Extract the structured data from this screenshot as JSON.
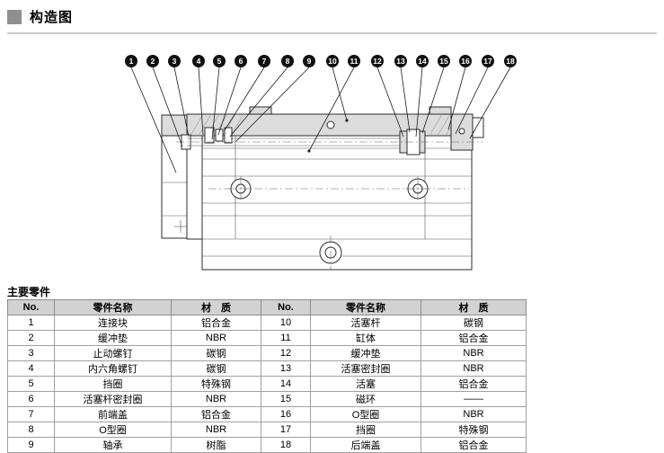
{
  "page": {
    "title": "构造图",
    "parts_heading": "主要零件"
  },
  "diagram": {
    "balloons": [
      "1",
      "2",
      "3",
      "4",
      "5",
      "6",
      "7",
      "8",
      "9",
      "10",
      "11",
      "12",
      "13",
      "14",
      "15",
      "16",
      "17",
      "18"
    ]
  },
  "table": {
    "headers": [
      "No.",
      "零件名称",
      "材　质",
      "No.",
      "零件名称",
      "材　质"
    ],
    "rows": [
      {
        "no_l": "1",
        "name_l": "连接块",
        "mat_l": "铝合金",
        "no_r": "10",
        "name_r": "活塞杆",
        "mat_r": "碳钢"
      },
      {
        "no_l": "2",
        "name_l": "缓冲垫",
        "mat_l": "NBR",
        "no_r": "11",
        "name_r": "缸体",
        "mat_r": "铝合金"
      },
      {
        "no_l": "3",
        "name_l": "止动螺钉",
        "mat_l": "碳钢",
        "no_r": "12",
        "name_r": "缓冲垫",
        "mat_r": "NBR"
      },
      {
        "no_l": "4",
        "name_l": "内六角螺钉",
        "mat_l": "碳钢",
        "no_r": "13",
        "name_r": "活塞密封圈",
        "mat_r": "NBR"
      },
      {
        "no_l": "5",
        "name_l": "挡圈",
        "mat_l": "特殊钢",
        "no_r": "14",
        "name_r": "活塞",
        "mat_r": "铝合金"
      },
      {
        "no_l": "6",
        "name_l": "活塞杆密封圈",
        "mat_l": "NBR",
        "no_r": "15",
        "name_r": "磁环",
        "mat_r": "——"
      },
      {
        "no_l": "7",
        "name_l": "前端盖",
        "mat_l": "铝合金",
        "no_r": "16",
        "name_r": "O型圈",
        "mat_r": "NBR"
      },
      {
        "no_l": "8",
        "name_l": "O型圈",
        "mat_l": "NBR",
        "no_r": "17",
        "name_r": "挡圈",
        "mat_r": "特殊钢"
      },
      {
        "no_l": "9",
        "name_l": "轴承",
        "mat_l": "树脂",
        "no_r": "18",
        "name_r": "后端盖",
        "mat_r": "铝合金"
      }
    ]
  }
}
